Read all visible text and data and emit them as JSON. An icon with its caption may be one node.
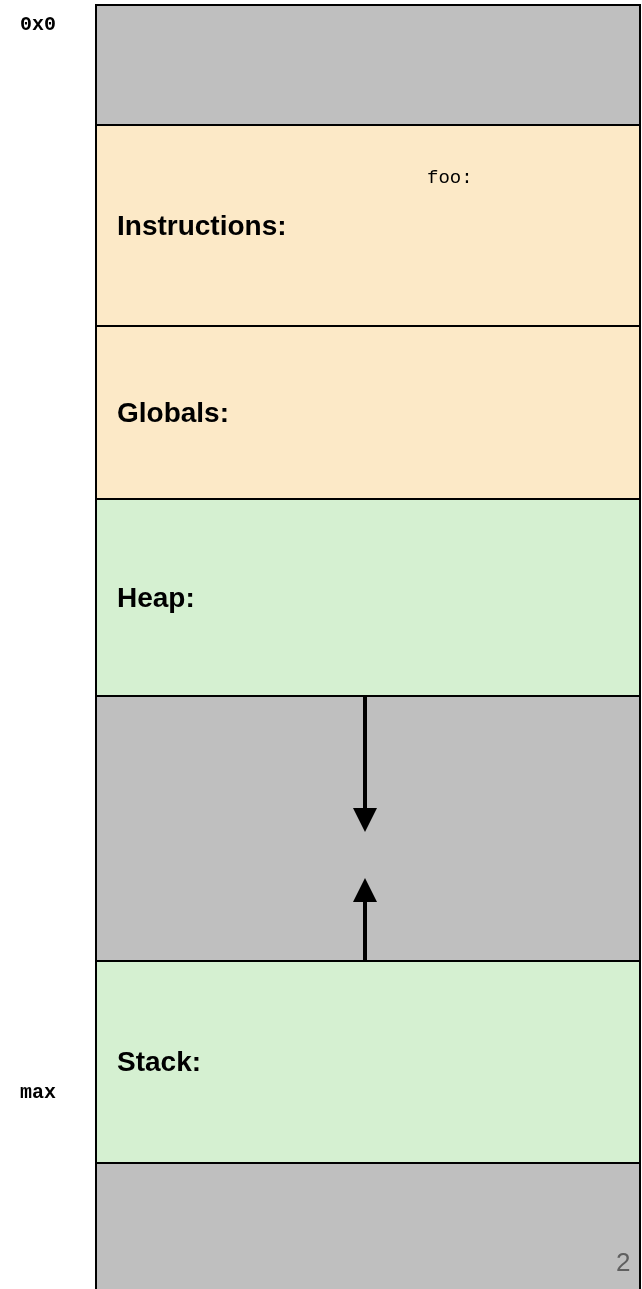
{
  "diagram": {
    "nodes": [
      {
        "text": [],
        "shape": "box"
      },
      {
        "text": [
          "foo:",
          "Instructions:"
        ]
      },
      {
        "text": [
          "Globals:"
        ]
      },
      {
        "text": [
          "Heap:"
        ]
      },
      {
        "text": [],
        "shape": "box"
      },
      {
        "text": [
          "Stack:"
        ]
      },
      {
        "text": [],
        "shape": "box"
      }
    ],
    "edges": [
      {
        "from": 3,
        "to": 4,
        "arrow": "to"
      },
      {
        "from": 5,
        "to": 4,
        "arrow": "to"
      }
    ],
    "labels": [
      "0x0",
      "max",
      "2"
    ]
  }
}
